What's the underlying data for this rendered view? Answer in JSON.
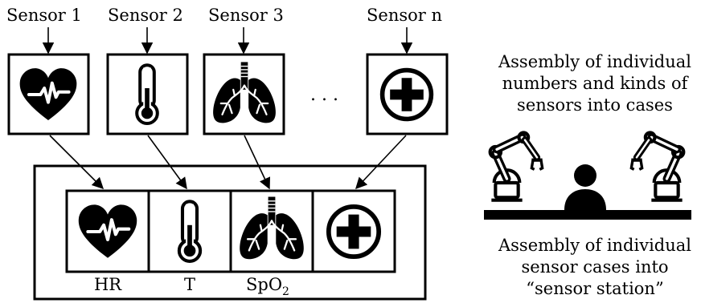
{
  "sensors": [
    {
      "label": "Sensor 1",
      "icon": "heart-icon"
    },
    {
      "label": "Sensor 2",
      "icon": "thermometer-icon"
    },
    {
      "label": "Sensor 3",
      "icon": "lungs-icon"
    },
    {
      "label": "Sensor n",
      "icon": "medical-cross-icon"
    }
  ],
  "ellipsis": ". . .",
  "station_cells": [
    {
      "icon": "heart-icon",
      "label": "HR"
    },
    {
      "icon": "thermometer-icon",
      "label": "T"
    },
    {
      "icon": "lungs-icon",
      "label": "SpO",
      "label_sub": "2"
    },
    {
      "icon": "medical-cross-icon",
      "label": ""
    }
  ],
  "assembly_text_1": [
    "Assembly of individual",
    "numbers and kinds of",
    "sensors into cases"
  ],
  "assembly_text_2": [
    "Assembly of individual",
    "sensor cases into",
    "“sensor station”"
  ],
  "colors": {
    "ink": "#000000",
    "paper": "#ffffff"
  }
}
